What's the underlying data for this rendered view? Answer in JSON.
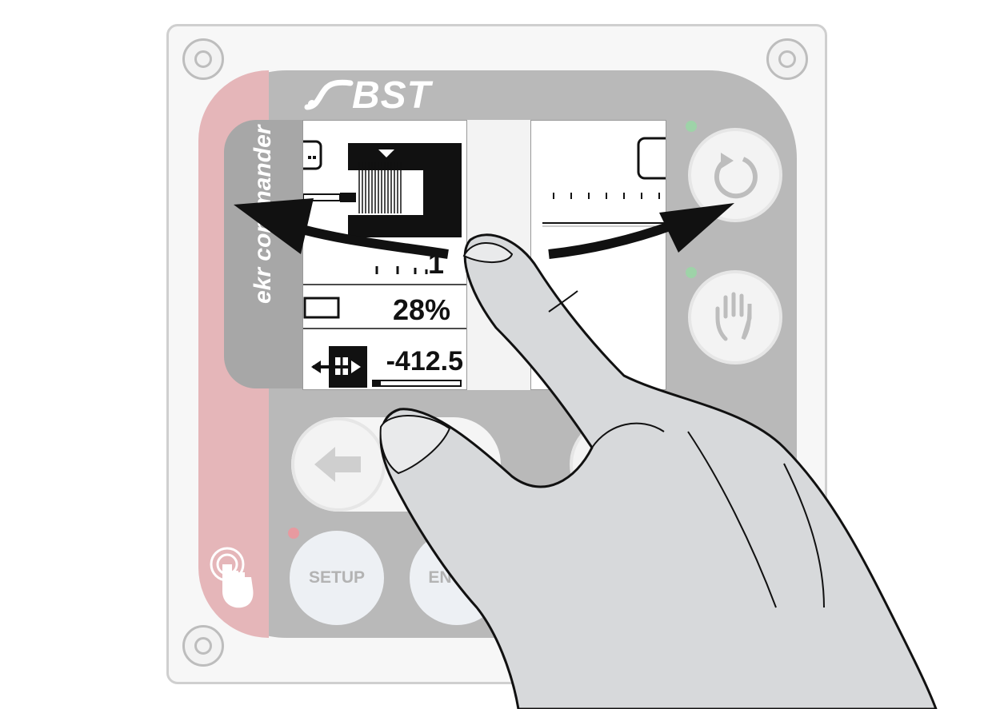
{
  "device": {
    "brand": "BST",
    "product_name": "ekr commander"
  },
  "display": {
    "row1_value": "1",
    "row2_value": "28%",
    "row3_value": "-412.5",
    "row3_bar_fraction": 0.08
  },
  "keys": {
    "setup_label": "SETUP",
    "enter_label": "ENTER"
  },
  "colors": {
    "accent_strip": "#e5b6b9",
    "faceplate": "#b9b9b9",
    "led_green": "#9ed3a8",
    "led_red": "#e79aa0"
  },
  "icons": [
    "bst-logo-icon",
    "auto-rotate-icon",
    "manual-hand-icon",
    "back-arrow-icon",
    "touch-icon",
    "swipe-arrow-icon",
    "hand-gesture-icon"
  ]
}
